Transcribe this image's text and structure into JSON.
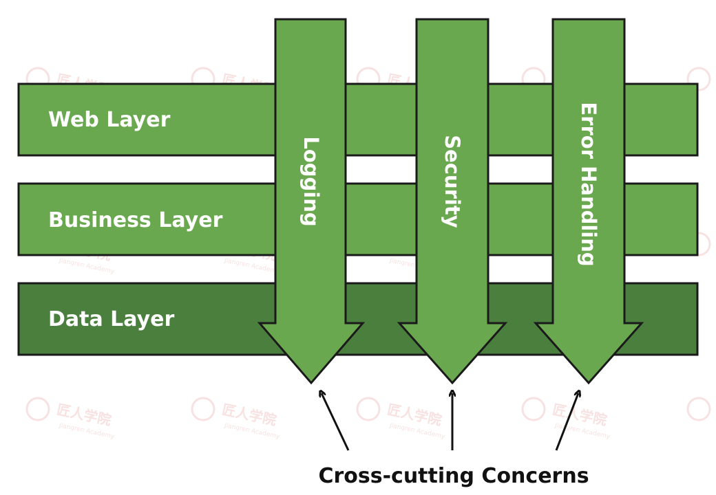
{
  "colors": {
    "layer_light": "#6aa84f",
    "layer_dark": "#4a7f3e",
    "arrow_fill": "#6aa84f",
    "outline": "#1a1a1a",
    "watermark": "#f3c9c9"
  },
  "layers": [
    {
      "label": "Web Layer"
    },
    {
      "label": "Business Layer"
    },
    {
      "label": "Data Layer"
    }
  ],
  "concerns": [
    {
      "label": "Logging"
    },
    {
      "label": "Security"
    },
    {
      "label": "Error Handling"
    }
  ],
  "caption": "Cross-cutting Concerns",
  "watermark": {
    "brand": "匠人学院",
    "sub": "Jiangren Academy"
  }
}
